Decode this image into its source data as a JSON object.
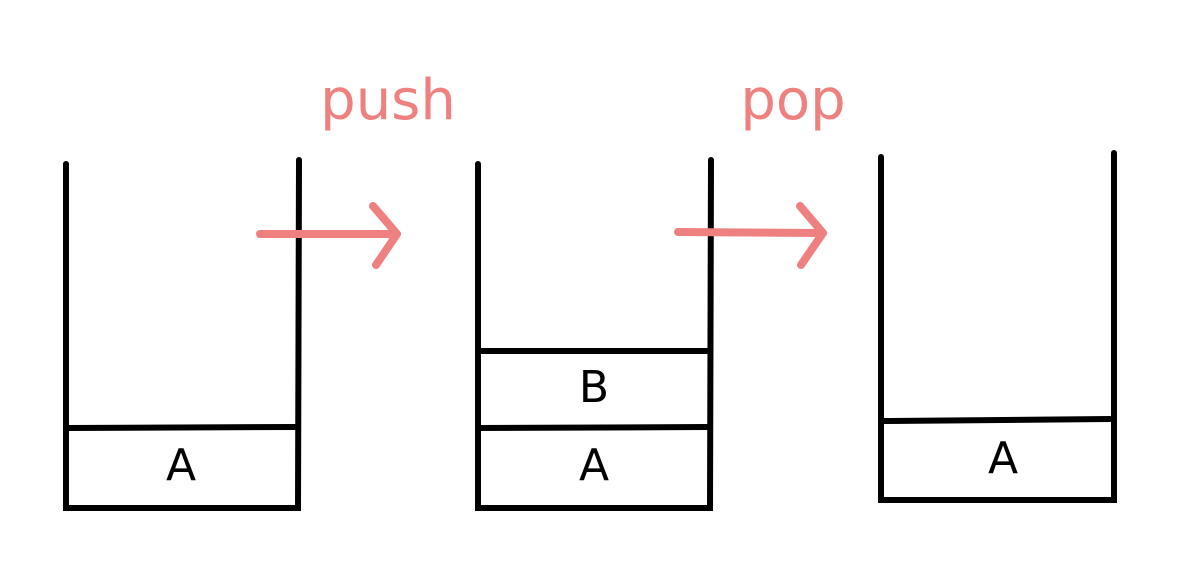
{
  "colors": {
    "stack": "#000000",
    "operation": "#ee8080"
  },
  "stacks": [
    {
      "name": "before-push",
      "items": [
        "A"
      ]
    },
    {
      "name": "after-push",
      "items": [
        "B",
        "A"
      ]
    },
    {
      "name": "after-pop",
      "items": [
        "A"
      ]
    }
  ],
  "operations": [
    {
      "label": "push",
      "icon": "arrow-right-icon"
    },
    {
      "label": "pop",
      "icon": "arrow-right-icon"
    }
  ]
}
